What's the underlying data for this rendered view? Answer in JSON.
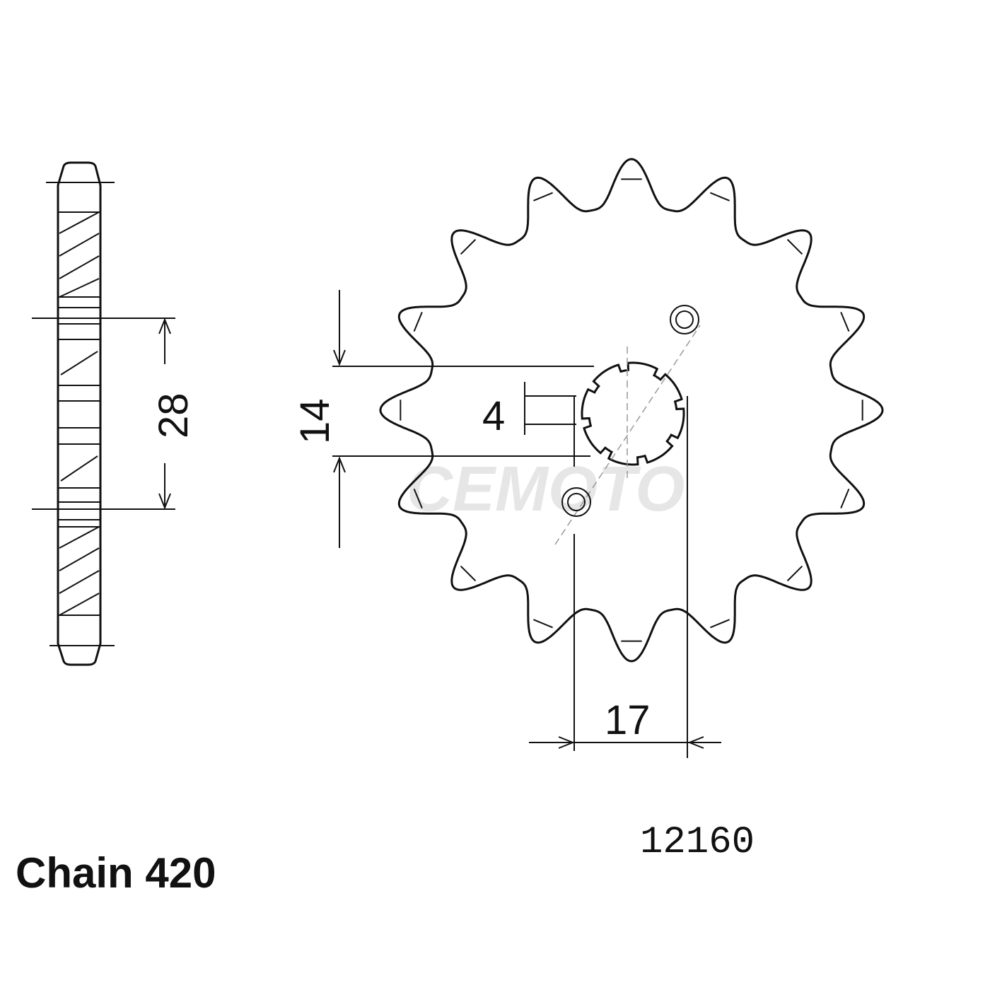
{
  "part_number": "12160",
  "chain_label": "Chain 420",
  "watermark": "CEMOTO",
  "dimensions": {
    "hub_width": "28",
    "spline_diameter": "14",
    "spline_width": "4",
    "outer_spline": "17"
  },
  "sprocket": {
    "teeth": 16,
    "spline_notches": 8
  },
  "colors": {
    "line": "#111111",
    "watermark": "#e6e6e6"
  }
}
